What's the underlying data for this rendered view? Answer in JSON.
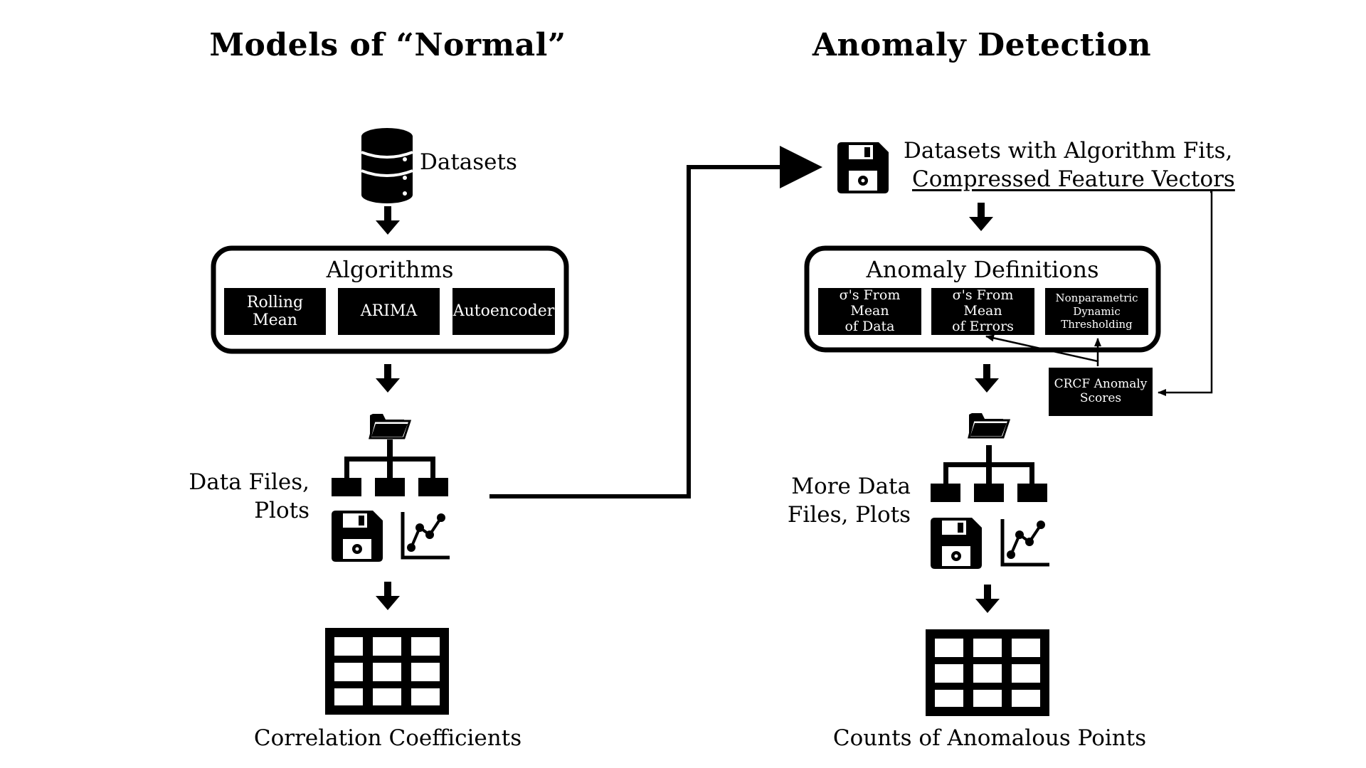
{
  "titles": {
    "left": "Models of “Normal”",
    "right": "Anomaly Detection"
  },
  "left": {
    "datasets_label": "Datasets",
    "algorithms_title": "Algorithms",
    "algorithms": [
      "Rolling Mean",
      "ARIMA",
      "Autoencoder"
    ],
    "files_label_line1": "Data Files,",
    "files_label_line2": "Plots",
    "output_label": "Correlation Coefficients"
  },
  "right": {
    "datasets_line1": "Datasets with Algorithm Fits,",
    "datasets_line2": "Compressed Feature Vectors",
    "definitions_title": "Anomaly Definitions",
    "definitions": [
      {
        "line1": "σ's From Mean",
        "line2": "of Data"
      },
      {
        "line1": "σ's From Mean",
        "line2": "of Errors"
      },
      {
        "line1": "Nonparametric",
        "line2": "Dynamic",
        "line3": "Thresholding"
      }
    ],
    "crcf_line1": "CRCF Anomaly",
    "crcf_line2": "Scores",
    "files_label_line1": "More Data",
    "files_label_line2": "Files, Plots",
    "output_label": "Counts of Anomalous Points"
  },
  "icons": [
    "database-icon",
    "folder-icon",
    "floppy-disk-icon",
    "line-chart-icon",
    "table-grid-icon",
    "arrow-down-icon"
  ],
  "colors": {
    "ink": "#000000",
    "background": "#ffffff"
  }
}
